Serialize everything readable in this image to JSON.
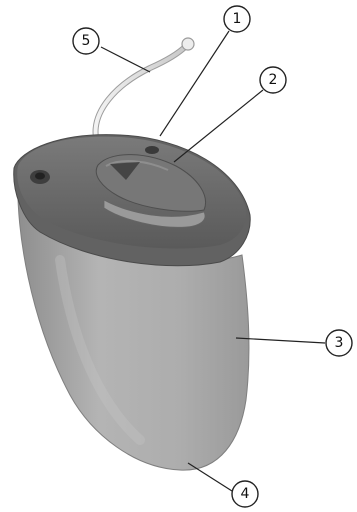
{
  "callouts": [
    {
      "id": "callout-1",
      "label": "1"
    },
    {
      "id": "callout-2",
      "label": "2"
    },
    {
      "id": "callout-3",
      "label": "3"
    },
    {
      "id": "callout-4",
      "label": "4"
    },
    {
      "id": "callout-5",
      "label": "5"
    }
  ],
  "colors": {
    "shell": "#a9a9a9",
    "faceplate": "#6b6b6b",
    "background": "#ffffff"
  }
}
